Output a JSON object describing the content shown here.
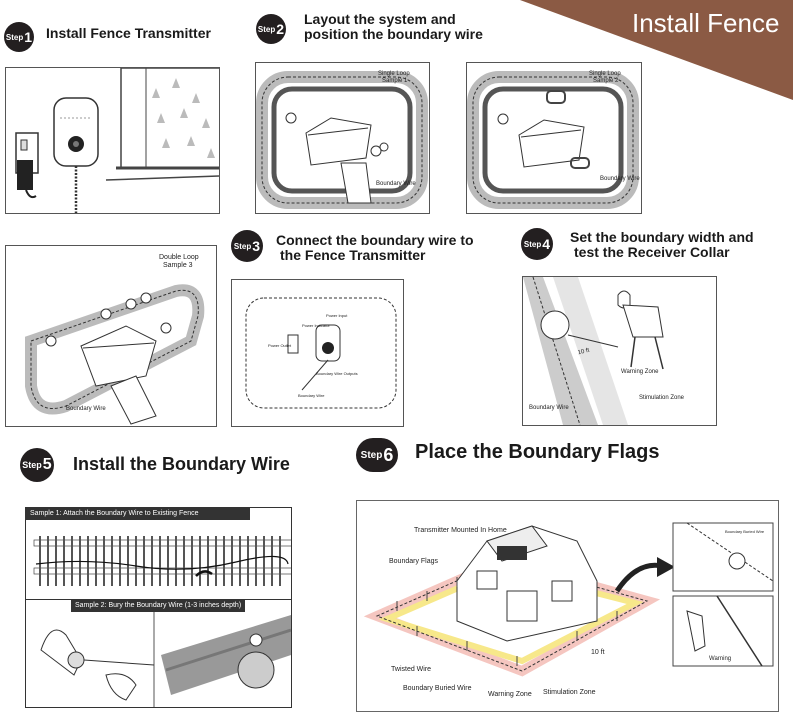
{
  "header": {
    "banner_title": "Install Fence",
    "banner_color": "#8b5a44"
  },
  "steps": [
    {
      "word": "Step",
      "number": "1",
      "title": "Install Fence Transmitter"
    },
    {
      "word": "Step",
      "number": "2",
      "title_line1": "Layout the system and",
      "title_line2": "position the boundary wire"
    },
    {
      "word": "Step",
      "number": "3",
      "title_line1": "Connect the boundary wire to",
      "title_line2": "the Fence Transmitter"
    },
    {
      "word": "Step",
      "number": "4",
      "title_line1": "Set the boundary width and",
      "title_line2": "test the Receiver Collar"
    },
    {
      "word": "Step",
      "number": "5",
      "title": "Install the Boundary Wire"
    },
    {
      "word": "Step",
      "number": "6",
      "title": "Place the Boundary Flags"
    }
  ],
  "step2": {
    "sample1": {
      "line1": "Single Loop",
      "line2": "Sample 1",
      "wire": "Boundary Wire"
    },
    "sample2": {
      "line1": "Single Loop",
      "line2": "Sample 2",
      "wire": "Boundary Wire"
    },
    "sample3": {
      "line1": "Double Loop",
      "line2": "Sample 3",
      "wire": "Boundary Wire"
    }
  },
  "step3": {
    "labels": [
      "Power Outlet",
      "Power Indicator",
      "Power Input",
      "Boundary Wire Outputs",
      "Boundary Wire"
    ]
  },
  "step4": {
    "distance": "10 ft",
    "warning_zone": "Warning Zone",
    "stimulation_zone": "Stimulation Zone",
    "boundary_wire": "Boundary Wire"
  },
  "step5": {
    "sample1": "Sample 1: Attach the Boundary Wire to Existing Fence",
    "sample2": "Sample 2: Bury the Boundary Wire",
    "sample2_depth": "(1-3 inches depth)"
  },
  "step6": {
    "transmitter": "Transmitter Mounted In Home",
    "flags": "Boundary Flags",
    "twisted": "Twisted Wire",
    "buried": "Boundary Buried Wire",
    "warning": "Warning Zone",
    "stimulation": "Stimulation Zone",
    "distance": "10 ft",
    "inset_wire": "Boundary Buried Wire",
    "inset_warning": "Warning"
  }
}
